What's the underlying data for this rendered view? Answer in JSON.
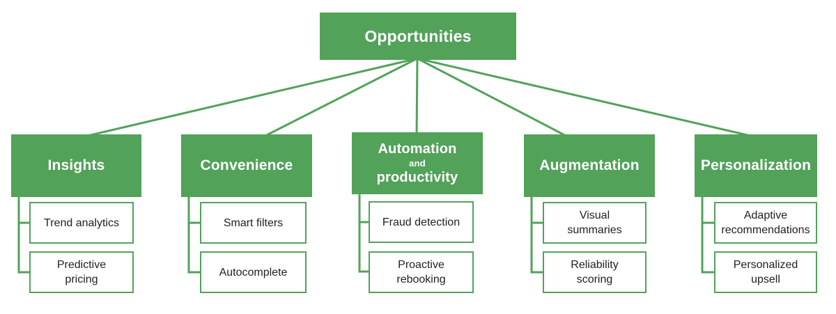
{
  "colors": {
    "node_green": "#52A25A",
    "parent_text": "#FFFFFF",
    "child_text": "#202124",
    "background": "#FFFFFF"
  },
  "tree": {
    "root": {
      "label": "Opportunities"
    },
    "branches": [
      {
        "label": "Insights",
        "children": [
          {
            "label": "Trend analytics"
          },
          {
            "label": "Predictive\npricing"
          }
        ]
      },
      {
        "label": "Convenience",
        "children": [
          {
            "label": "Smart filters"
          },
          {
            "label": "Autocomplete"
          }
        ]
      },
      {
        "label": "Automation and productivity",
        "label_line1": "Automation",
        "label_connector": "and",
        "label_line2": "productivity",
        "children": [
          {
            "label": "Fraud detection"
          },
          {
            "label": "Proactive\nrebooking"
          }
        ]
      },
      {
        "label": "Augmentation",
        "children": [
          {
            "label": "Visual\nsummaries"
          },
          {
            "label": "Reliability\nscoring"
          }
        ]
      },
      {
        "label": "Personalization",
        "children": [
          {
            "label": "Adaptive\nrecommendations"
          },
          {
            "label": "Personalized\nupsell"
          }
        ]
      }
    ]
  }
}
